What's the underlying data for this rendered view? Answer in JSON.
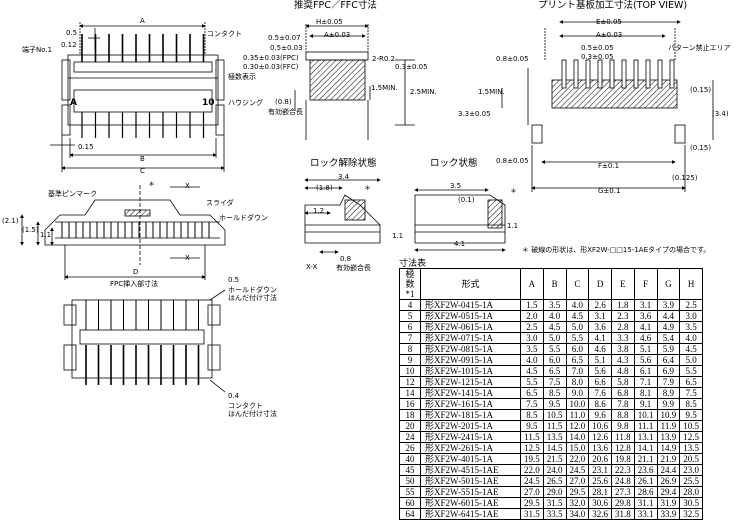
{
  "titles": {
    "fpc": "推奨FPC／FFC寸法",
    "pcb": "プリント基板加工寸法(TOP VIEW)",
    "unlock": "ロック解除状態",
    "lock": "ロック状態",
    "fpc_insert": "FPC挿入部寸法",
    "table_caption": "寸法表"
  },
  "labels": {
    "contact": "コンタクト",
    "terminal_no1": "端子No.1",
    "pole_display": "極数表示",
    "housing": "ハウジング",
    "base_pin_mark": "基準ピンマーク",
    "slider": "スライダ",
    "hold_down": "ホールドダウン",
    "effective_length": "有効嵌合長",
    "pattern_forbidden": "パターン禁止エリア",
    "note": "＊ 破線の形状は、形XF2W-□□15-1AEタイプの場合です。",
    "hold_down_solder": "ホールドダウン\nはんだ付け寸法",
    "contact_solder": "コンタクト\nはんだ付け寸法",
    "a_mark": "A",
    "ten_mark": "10",
    "star": "＊",
    "xx": "X-X"
  },
  "dims": {
    "d0_5": "0.5",
    "d0_12": "0.12",
    "d0_15": "0.15",
    "A": "A",
    "B": "B",
    "C": "C",
    "D": "D",
    "E": "E±0.05",
    "F": "F±0.1",
    "G": "G±0.1",
    "H": "H±0.05",
    "A003": "A±0.03",
    "p05_007": "0.5±0.07",
    "p05_003": "0.5±0.03",
    "p035_fpc": "0.35±0.03(FPC)",
    "p030_ffc": "0.30±0.03(FFC)",
    "r02": "2-R0.2",
    "p03_005": "0.3±0.05",
    "min15": "1.5MIN.",
    "min25": "2.5MIN.",
    "p08": "(0.8)",
    "p08_005": "0.8±0.05",
    "p05_005": "0.5±0.05",
    "p03_005b": "0.3±0.05",
    "p015": "(0.15)",
    "p34": "(3.4)",
    "p33": "3.3±0.05",
    "p0125": "(0.125)",
    "min15b": "1.5MIN.",
    "p21": "(2.1)",
    "p15": "(1.5)",
    "p11": "1.1",
    "p34b": "3.4",
    "p18": "(1.8)",
    "p12": "1.2",
    "p11b": "1.1",
    "p08b": "0.8",
    "p35": "3.5",
    "p01": "(0.1)",
    "p41": "4.1",
    "p11c": "1.1",
    "p05s": "0.5",
    "p04s": "0.4",
    "x": "X"
  },
  "table": {
    "headers": [
      "極数*1",
      "形式",
      "A",
      "B",
      "C",
      "D",
      "E",
      "F",
      "G",
      "H"
    ],
    "rows": [
      [
        "4",
        "形XF2W-0415-1A",
        "1.5",
        "3.5",
        "4.0",
        "2.6",
        "1.8",
        "3.1",
        "3.9",
        "2.5"
      ],
      [
        "5",
        "形XF2W-0515-1A",
        "2.0",
        "4.0",
        "4.5",
        "3.1",
        "2.3",
        "3.6",
        "4.4",
        "3.0"
      ],
      [
        "6",
        "形XF2W-0615-1A",
        "2.5",
        "4.5",
        "5.0",
        "3.6",
        "2.8",
        "4.1",
        "4.9",
        "3.5"
      ],
      [
        "7",
        "形XF2W-0715-1A",
        "3.0",
        "5.0",
        "5.5",
        "4.1",
        "3.3",
        "4.6",
        "5.4",
        "4.0"
      ],
      [
        "8",
        "形XF2W-0815-1A",
        "3.5",
        "5.5",
        "6.0",
        "4.6",
        "3.8",
        "5.1",
        "5.9",
        "4.5"
      ],
      [
        "9",
        "形XF2W-0915-1A",
        "4.0",
        "6.0",
        "6.5",
        "5.1",
        "4.3",
        "5.6",
        "6.4",
        "5.0"
      ],
      [
        "10",
        "形XF2W-1015-1A",
        "4.5",
        "6.5",
        "7.0",
        "5.6",
        "4.8",
        "6.1",
        "6.9",
        "5.5"
      ],
      [
        "12",
        "形XF2W-1215-1A",
        "5.5",
        "7.5",
        "8.0",
        "6.6",
        "5.8",
        "7.1",
        "7.9",
        "6.5"
      ],
      [
        "14",
        "形XF2W-1415-1A",
        "6.5",
        "8.5",
        "9.0",
        "7.6",
        "6.8",
        "8.1",
        "8.9",
        "7.5"
      ],
      [
        "16",
        "形XF2W-1615-1A",
        "7.5",
        "9.5",
        "10.0",
        "8.6",
        "7.8",
        "9.1",
        "9.9",
        "8.5"
      ],
      [
        "18",
        "形XF2W-1815-1A",
        "8.5",
        "10.5",
        "11.0",
        "9.6",
        "8.8",
        "10.1",
        "10.9",
        "9.5"
      ],
      [
        "20",
        "形XF2W-2015-1A",
        "9.5",
        "11.5",
        "12.0",
        "10.6",
        "9.8",
        "11.1",
        "11.9",
        "10.5"
      ],
      [
        "24",
        "形XF2W-2415-1A",
        "11.5",
        "13.5",
        "14.0",
        "12.6",
        "11.8",
        "13.1",
        "13.9",
        "12.5"
      ],
      [
        "26",
        "形XF2W-2615-1A",
        "12.5",
        "14.5",
        "15.0",
        "13.6",
        "12.8",
        "14.1",
        "14.9",
        "13.5"
      ],
      [
        "40",
        "形XF2W-4015-1A",
        "19.5",
        "21.5",
        "22.0",
        "20.6",
        "19.8",
        "21.1",
        "21.9",
        "20.5"
      ],
      [
        "45",
        "形XF2W-4515-1AE",
        "22.0",
        "24.0",
        "24.5",
        "23.1",
        "22.3",
        "23.6",
        "24.4",
        "23.0"
      ],
      [
        "50",
        "形XF2W-5015-1AE",
        "24.5",
        "26.5",
        "27.0",
        "25.6",
        "24.8",
        "26.1",
        "26.9",
        "25.5"
      ],
      [
        "55",
        "形XF2W-5515-1AE",
        "27.0",
        "29.0",
        "29.5",
        "28.1",
        "27.3",
        "28.6",
        "29.4",
        "28.0"
      ],
      [
        "60",
        "形XF2W-6015-1AE",
        "29.5",
        "31.5",
        "32.0",
        "30.6",
        "29.8",
        "31.1",
        "31.9",
        "30.5"
      ],
      [
        "64",
        "形XF2W-6415-1AE",
        "31.5",
        "33.5",
        "34.0",
        "32.6",
        "31.8",
        "33.1",
        "33.9",
        "32.5"
      ]
    ]
  }
}
